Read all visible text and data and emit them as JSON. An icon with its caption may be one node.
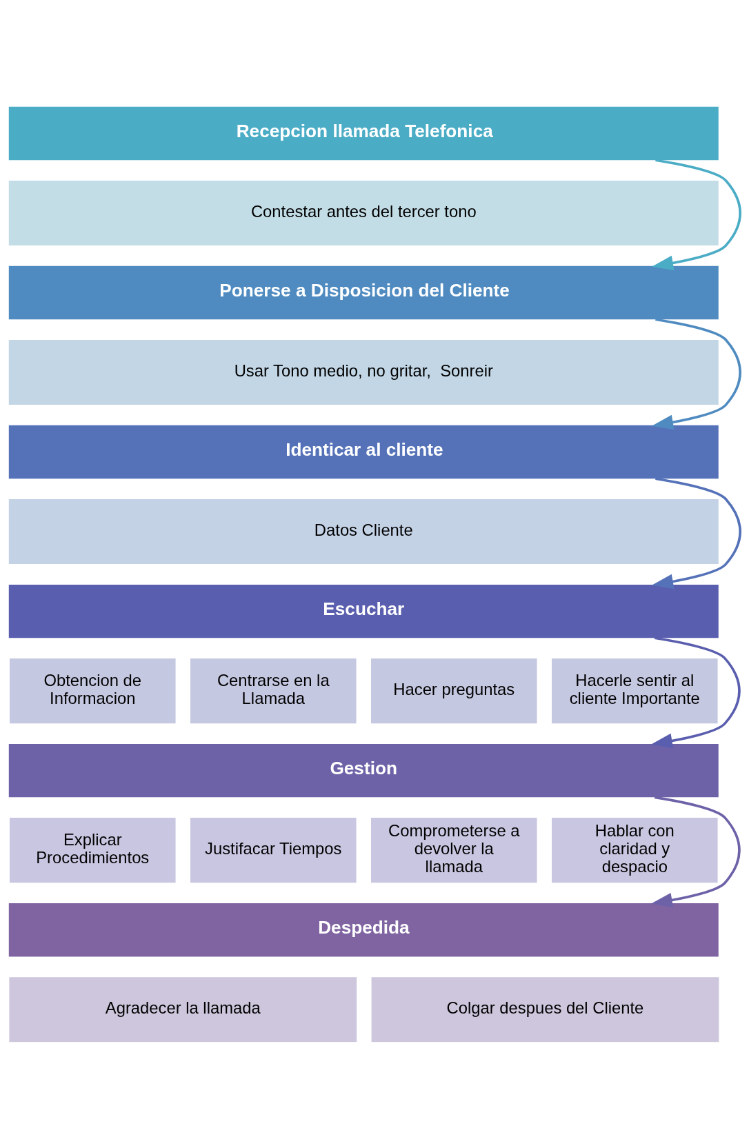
{
  "diagram": {
    "nodes": [
      {
        "text": [
          "Recepcion llamada Telefonica"
        ]
      },
      {
        "text": [
          "Contestar antes del tercer tono"
        ]
      },
      {
        "text": [
          "Ponerse a Disposicion del Cliente"
        ]
      },
      {
        "text": [
          "Usar Tono medio, no gritar,  Sonreir"
        ]
      },
      {
        "text": [
          "Identicar al cliente"
        ]
      },
      {
        "text": [
          "Datos Cliente"
        ]
      },
      {
        "text": [
          "Escuchar"
        ]
      },
      {
        "text": [
          "Obtencion de Informacion"
        ]
      },
      {
        "text": [
          "Centrarse en la Llamada"
        ]
      },
      {
        "text": [
          "Hacer preguntas"
        ]
      },
      {
        "text": [
          "Hacerle sentir al cliente Importante"
        ]
      },
      {
        "text": [
          "Gestion"
        ]
      },
      {
        "text": [
          "Explicar Procedimientos"
        ]
      },
      {
        "text": [
          "Justifacar Tiempos"
        ]
      },
      {
        "text": [
          "Comprometerse a devolver la llamada"
        ]
      },
      {
        "text": [
          "Hablar con claridad y despacio"
        ]
      },
      {
        "text": [
          "Despedida"
        ]
      },
      {
        "text": [
          "Agradecer la llamada"
        ]
      },
      {
        "text": [
          "Colgar despues del Cliente"
        ]
      }
    ],
    "edges": [
      {
        "from": 0,
        "to": 2,
        "arrow": "to"
      },
      {
        "from": 2,
        "to": 4,
        "arrow": "to"
      },
      {
        "from": 4,
        "to": 6,
        "arrow": "to"
      },
      {
        "from": 6,
        "to": 11,
        "arrow": "to"
      },
      {
        "from": 11,
        "to": 16,
        "arrow": "to"
      }
    ]
  }
}
